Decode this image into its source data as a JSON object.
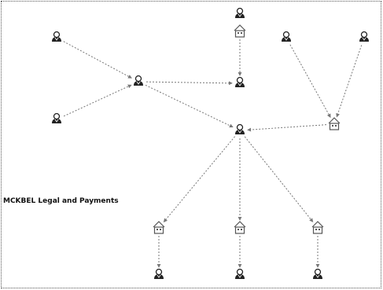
{
  "caption": "MCKBEL Legal and Payments",
  "nodes": [
    {
      "id": "n_top",
      "kind": "person",
      "label": ""
    },
    {
      "id": "n_org_top",
      "kind": "building",
      "label": ""
    },
    {
      "id": "n_person_left",
      "kind": "person",
      "label": ""
    },
    {
      "id": "n_person_tr1",
      "kind": "person",
      "label": ""
    },
    {
      "id": "n_person_tr2",
      "kind": "person",
      "label": ""
    },
    {
      "id": "n_hub_left",
      "kind": "person",
      "label": ""
    },
    {
      "id": "n_person_mid_left",
      "kind": "person",
      "label": ""
    },
    {
      "id": "n_person_mid",
      "kind": "person",
      "label": ""
    },
    {
      "id": "n_org_right",
      "kind": "building",
      "label": ""
    },
    {
      "id": "n_center",
      "kind": "person",
      "label": ""
    },
    {
      "id": "n_org_b1",
      "kind": "building",
      "label": ""
    },
    {
      "id": "n_org_b2",
      "kind": "building",
      "label": ""
    },
    {
      "id": "n_org_b3",
      "kind": "building",
      "label": ""
    },
    {
      "id": "n_person_b1",
      "kind": "person",
      "label": ""
    },
    {
      "id": "n_person_b2",
      "kind": "person",
      "label": ""
    },
    {
      "id": "n_person_b3",
      "kind": "person",
      "label": ""
    }
  ],
  "edges": [
    {
      "from": "n_person_left",
      "to": "n_hub_left",
      "label": ""
    },
    {
      "from": "n_hub_left",
      "to": "n_person_mid",
      "label": ""
    },
    {
      "from": "n_person_mid_left",
      "to": "n_hub_left",
      "label": ""
    },
    {
      "from": "n_hub_left",
      "to": "n_center",
      "label": ""
    },
    {
      "from": "n_org_top",
      "to": "n_person_mid",
      "label": ""
    },
    {
      "from": "n_person_tr1",
      "to": "n_org_right",
      "label": ""
    },
    {
      "from": "n_person_tr2",
      "to": "n_org_right",
      "label": ""
    },
    {
      "from": "n_org_right",
      "to": "n_center",
      "label": ""
    },
    {
      "from": "n_center",
      "to": "n_org_b1",
      "label": ""
    },
    {
      "from": "n_center",
      "to": "n_org_b2",
      "label": ""
    },
    {
      "from": "n_center",
      "to": "n_org_b3",
      "label": ""
    },
    {
      "from": "n_org_b1",
      "to": "n_person_b1",
      "label": ""
    },
    {
      "from": "n_org_b2",
      "to": "n_person_b2",
      "label": ""
    },
    {
      "from": "n_org_b3",
      "to": "n_person_b3",
      "label": ""
    }
  ],
  "colors": {
    "edge": "#777777",
    "person": "#222222",
    "building": "#555555",
    "text": "#333333"
  },
  "icons": {
    "person": "person-icon",
    "building": "building-icon"
  }
}
